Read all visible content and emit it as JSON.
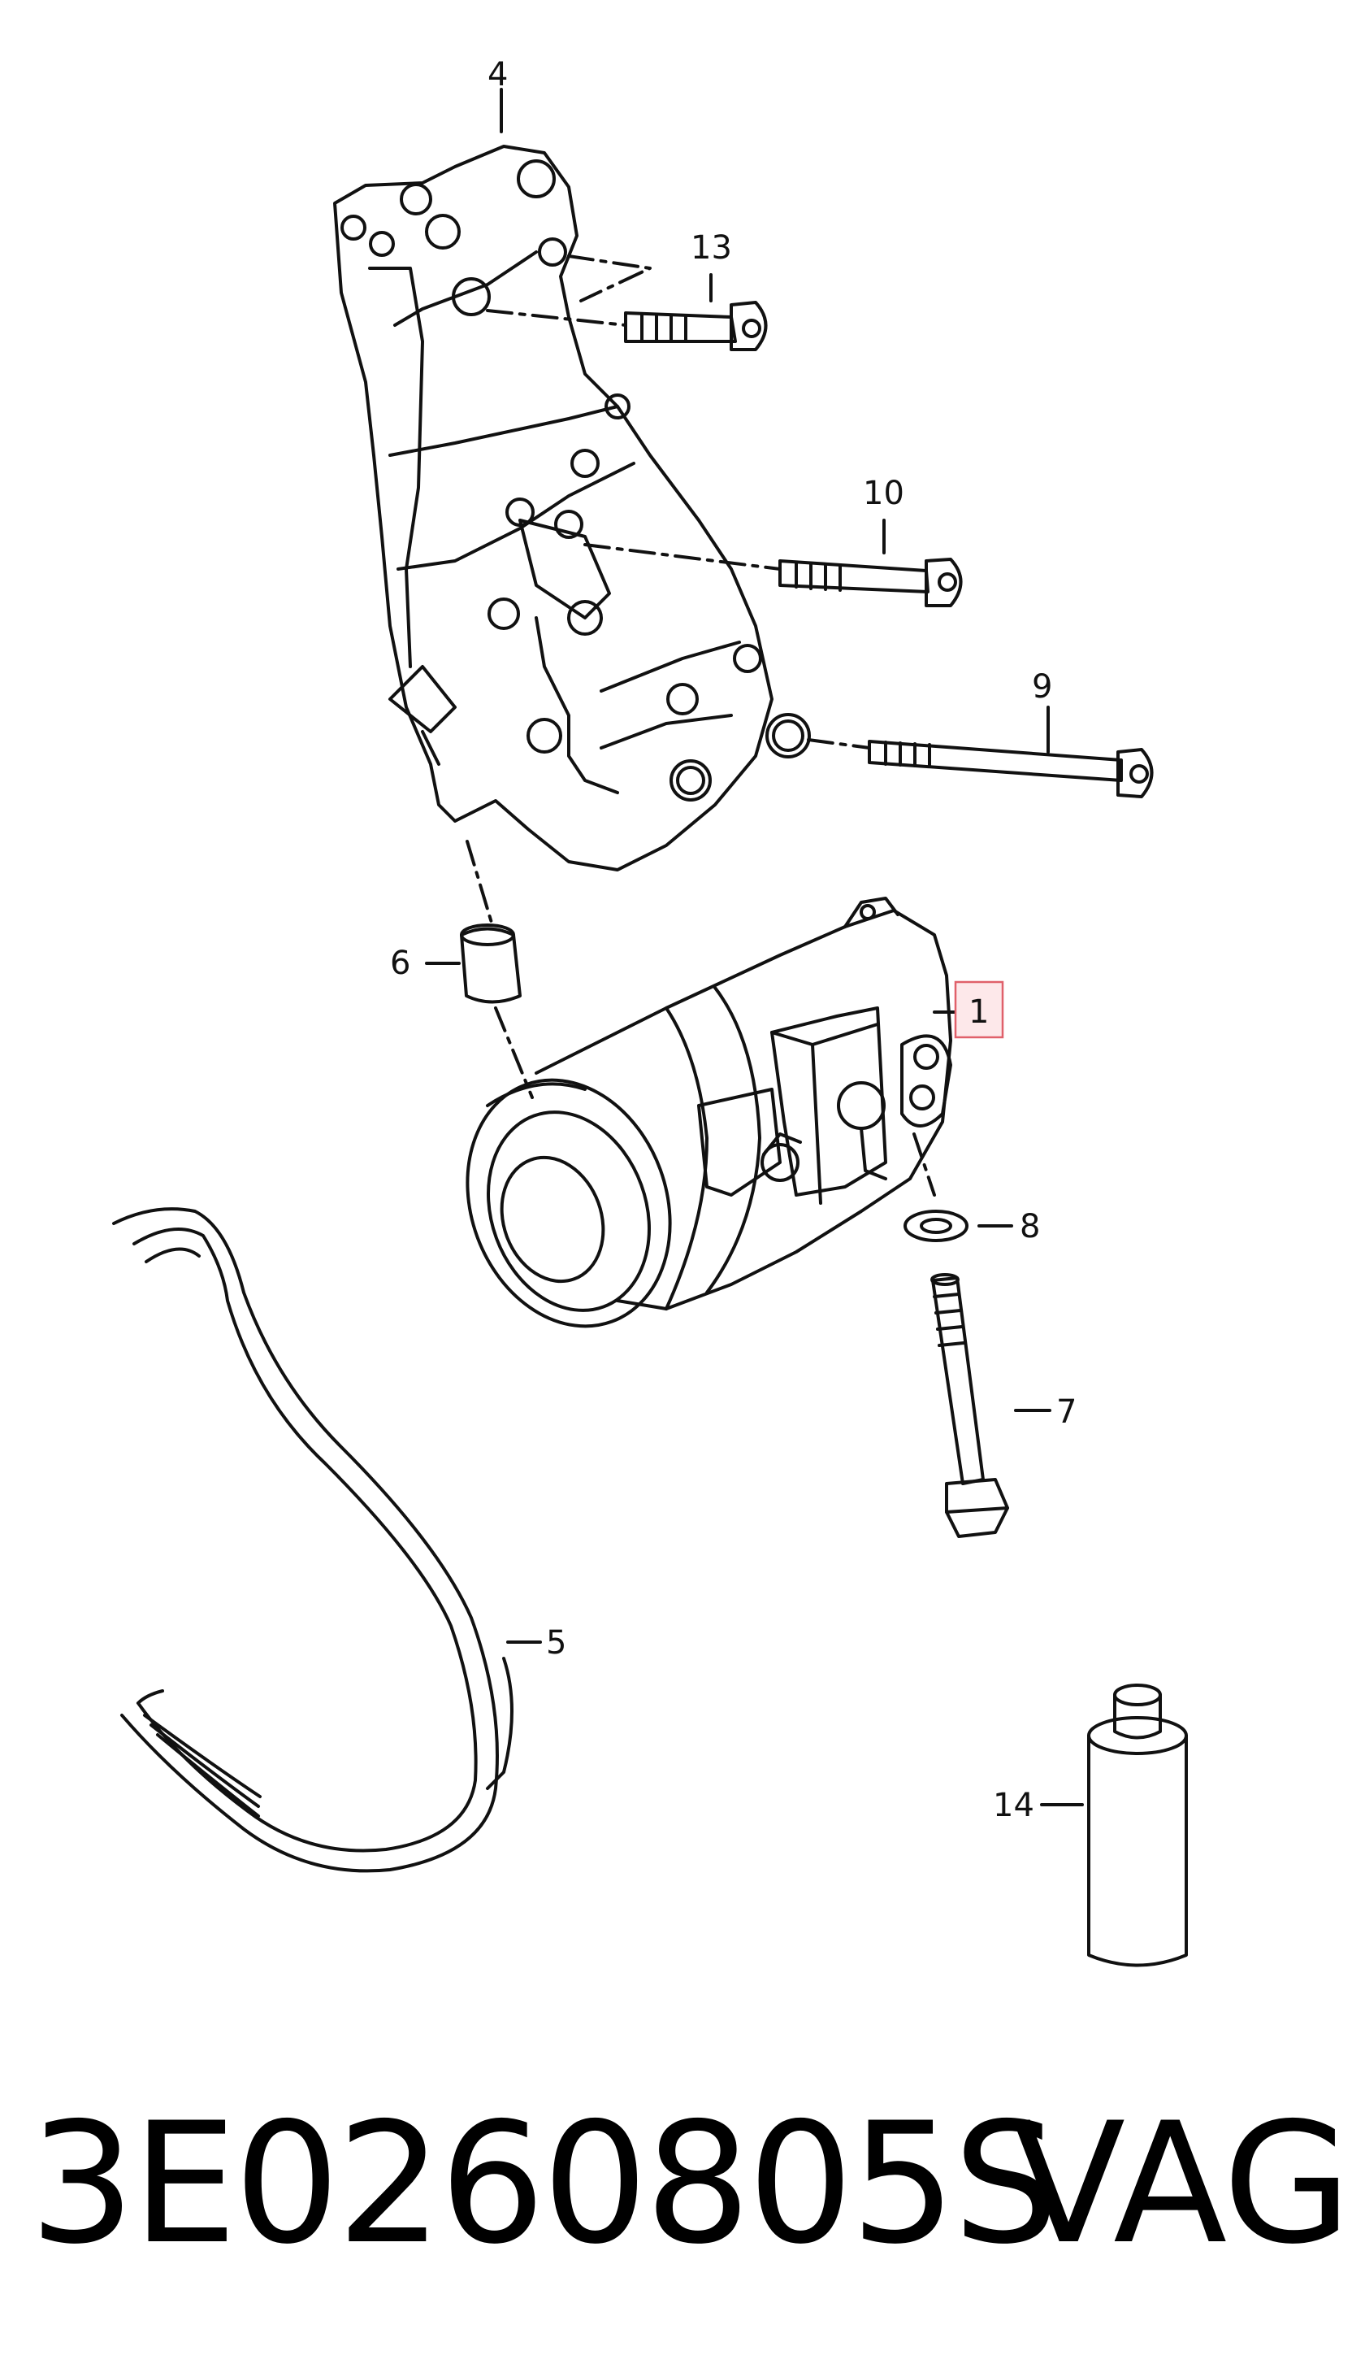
{
  "callouts": {
    "c1": "1",
    "c4": "4",
    "c5": "5",
    "c6": "6",
    "c7": "7",
    "c8": "8",
    "c9": "9",
    "c10": "10",
    "c13": "13",
    "c14": "14"
  },
  "highlight": {
    "callout": "1",
    "border_color": "#e0606a",
    "fill_color": "#fde8ea"
  },
  "footer": {
    "part_number": "3E0260805S",
    "brand": "VAG"
  }
}
